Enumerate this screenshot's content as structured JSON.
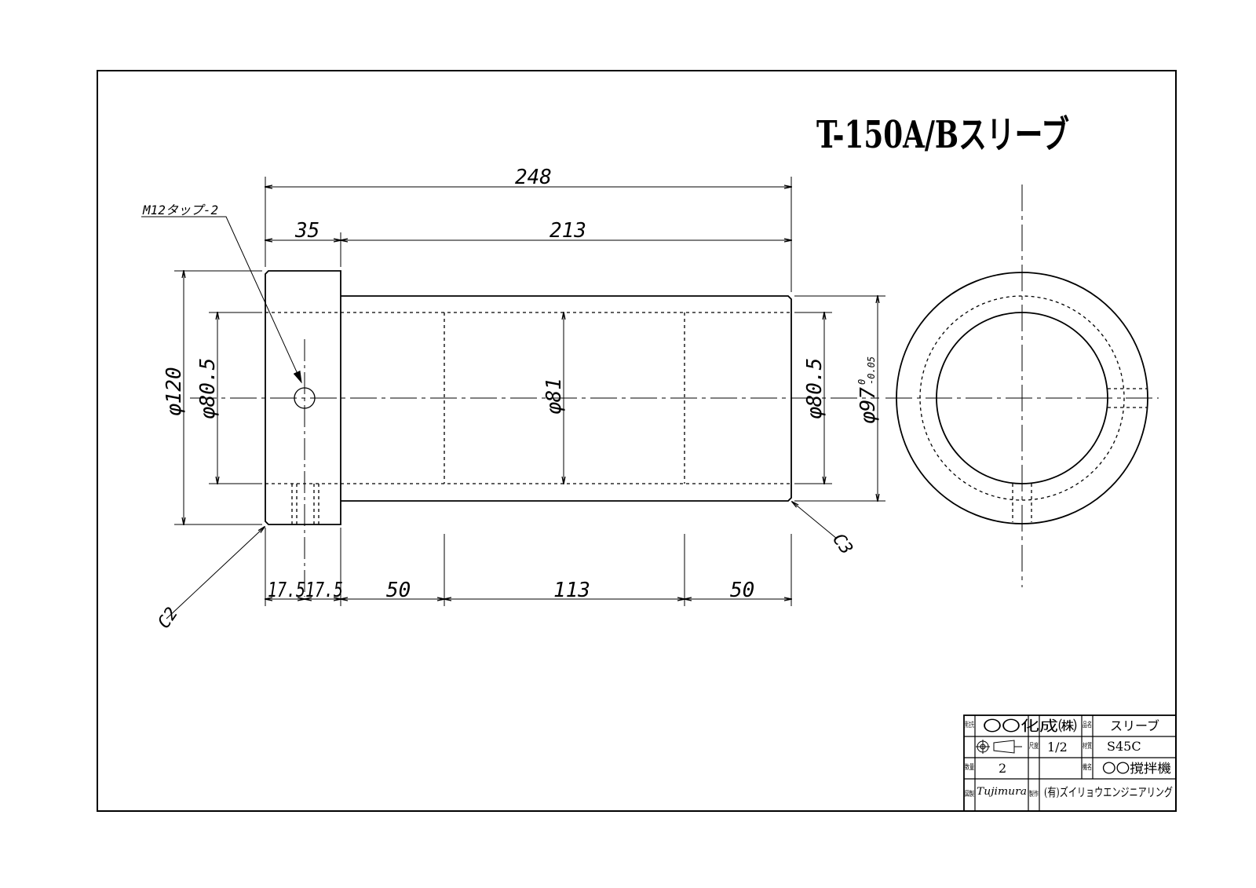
{
  "title": "T-150A/Bスリーブ",
  "dimensions": {
    "overall_length": "248",
    "flange_length": "35",
    "body_length": "213",
    "flange_dia": "φ120",
    "bore_left": "φ80.5",
    "bore_mid": "φ81",
    "bore_right": "φ80.5",
    "body_dia_main": "φ97",
    "body_dia_tol_upper": "0",
    "body_dia_tol_lower": "-0.05",
    "seg_1": "17.5",
    "seg_2": "17.5",
    "seg_3": "50",
    "seg_4": "113",
    "seg_5": "50",
    "chamfer_left": "C2",
    "chamfer_right": "C3",
    "tap_note": "M12タップ-2"
  },
  "title_block": {
    "customer_label": "発注先",
    "customer": "〇〇化成㈱",
    "part_name_label": "品名",
    "part_name": "スリーブ",
    "scale_label": "尺度",
    "scale": "1/2",
    "material_label": "材質",
    "material": "S45C",
    "quantity_label": "数量",
    "quantity": "2",
    "machine_label": "機名",
    "machine": "〇〇撹拌機",
    "drawn_label": "図製",
    "drawn_by": "Tujimura",
    "maker_label": "製作",
    "maker": "(有)ズイリョウエンジニアリング"
  }
}
